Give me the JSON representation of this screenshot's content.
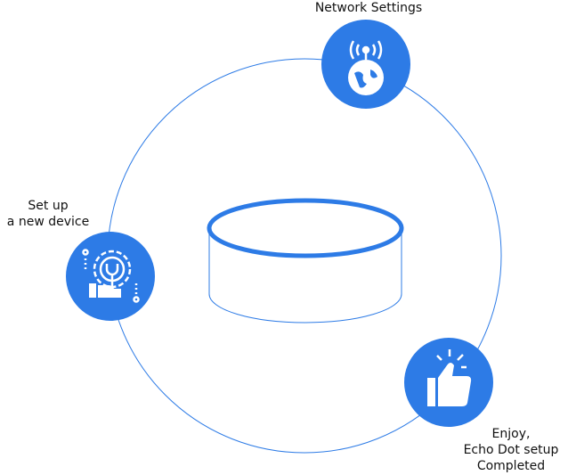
{
  "accent_color": "#2d7be6",
  "steps": [
    {
      "label_lines": [
        "Network Settings"
      ],
      "icon": "globe-antenna-icon"
    },
    {
      "label_lines": [
        "Set up",
        "a new device"
      ],
      "icon": "gear-wrench-hand-icon"
    },
    {
      "label_lines": [
        "Enjoy,",
        "Echo Dot setup",
        "Completed"
      ],
      "icon": "thumbs-up-icon"
    }
  ]
}
